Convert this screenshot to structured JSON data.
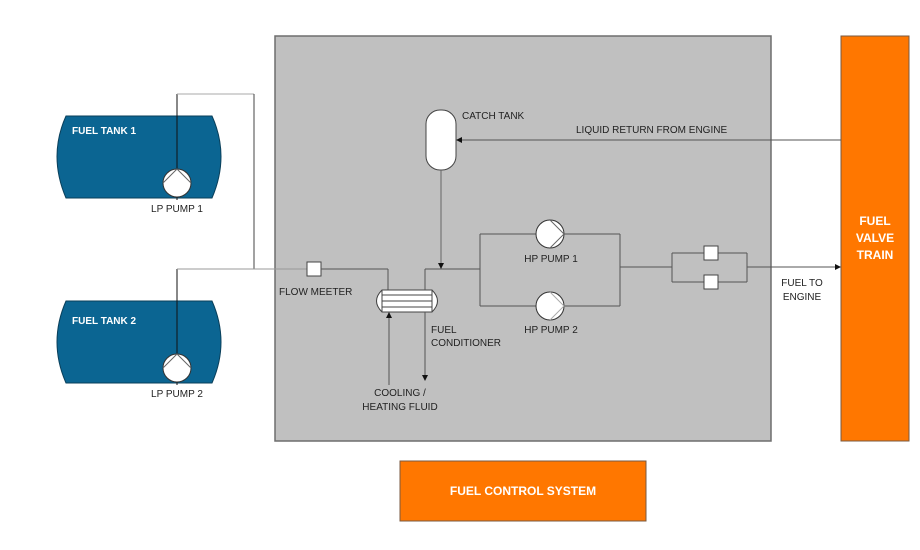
{
  "colors": {
    "tank_fill": "#0b6592",
    "panel_fill": "#c0c0c0",
    "panel_border": "#6e6e6e",
    "orange": "#ff7700",
    "line": "#555555",
    "white": "#ffffff"
  },
  "tanks": [
    {
      "label": "FUEL TANK 1",
      "pump_label": "LP PUMP 1"
    },
    {
      "label": "FUEL TANK 2",
      "pump_label": "LP PUMP 2"
    }
  ],
  "fuel_control_system": {
    "flow_meter_label": "FLOW MEETER",
    "catch_tank_label": "CATCH TANK",
    "liquid_return_label": "LIQUID RETURN FROM ENGINE",
    "fuel_conditioner_label": [
      "FUEL",
      "CONDITIONER"
    ],
    "cooling_label": [
      "COOLING /",
      "HEATING FLUID"
    ],
    "hp_pumps": [
      "HP PUMP 1",
      "HP PUMP 2"
    ],
    "fuel_to_engine_label": [
      "FUEL TO",
      "ENGINE"
    ],
    "title": "FUEL CONTROL SYSTEM"
  },
  "fuel_valve_train": {
    "label_lines": [
      "FUEL",
      "VALVE",
      "TRAIN"
    ]
  }
}
